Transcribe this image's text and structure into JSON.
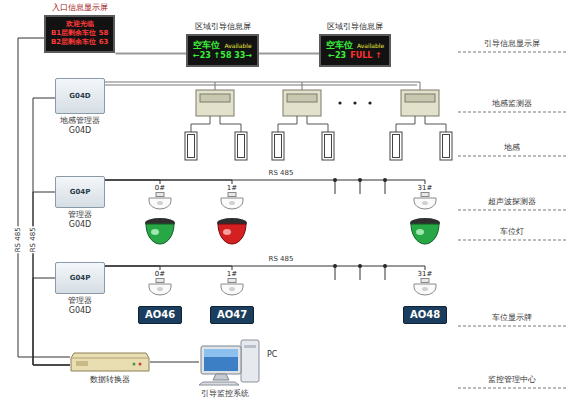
{
  "diagram": {
    "nodes": [
      {
        "text": [
          "入口信息显示屏",
          "欢迎光临",
          "B1层剩余车位 58",
          "B2层剩余车位 63"
        ]
      },
      {
        "text": [
          "区域引导信息屏",
          "空车位",
          "Available",
          "←23 ↑58 33→"
        ]
      },
      {
        "text": [
          "区域引导信息屏",
          "空车位",
          "Available",
          "←23",
          "FULL ↑"
        ]
      },
      {
        "text": [
          "G04D",
          "地感管理器 G04D"
        ]
      },
      {
        "text": [
          "G04P",
          "管理器 G04D"
        ]
      },
      {
        "text": [
          "0#"
        ]
      },
      {
        "text": [
          "1#"
        ]
      },
      {
        "text": [
          "31#"
        ]
      },
      {
        "text": [
          "G04P",
          "管理器 G04D"
        ]
      },
      {
        "text": [
          "0#"
        ]
      },
      {
        "text": [
          "1#"
        ]
      },
      {
        "text": [
          "31#"
        ]
      },
      {
        "text": [
          "AO46"
        ]
      },
      {
        "text": [
          "AO47"
        ]
      },
      {
        "text": [
          "AO48"
        ]
      },
      {
        "text": [
          "数据转换器"
        ]
      },
      {
        "text": [
          "PC",
          "引导监控系统"
        ]
      }
    ],
    "edges": [
      {
        "from": 0,
        "to": 1,
        "arrow": "none"
      },
      {
        "from": 1,
        "to": 2,
        "arrow": "none"
      },
      {
        "from": 0,
        "to": 15,
        "label": "RS 485",
        "arrow": "none"
      },
      {
        "from": 3,
        "to": 15,
        "label": "RS 485",
        "arrow": "none"
      },
      {
        "from": 4,
        "to": 15,
        "arrow": "none"
      },
      {
        "from": 8,
        "to": 15,
        "arrow": "none"
      },
      {
        "from": 4,
        "to": 5,
        "arrow": "none"
      },
      {
        "from": 4,
        "to": 6,
        "arrow": "none"
      },
      {
        "from": 4,
        "to": 7,
        "label": "RS 485",
        "arrow": "none"
      },
      {
        "from": 8,
        "to": 9,
        "arrow": "none"
      },
      {
        "from": 8,
        "to": 10,
        "arrow": "none"
      },
      {
        "from": 8,
        "to": 11,
        "label": "RS 485",
        "arrow": "none"
      },
      {
        "from": 15,
        "to": 16,
        "arrow": "none"
      }
    ],
    "labels": [
      "引导信息显示屏",
      "地感监测器",
      "地感",
      "超声波探测器",
      "车位灯",
      "车位显示牌",
      "监控管理中心"
    ]
  }
}
